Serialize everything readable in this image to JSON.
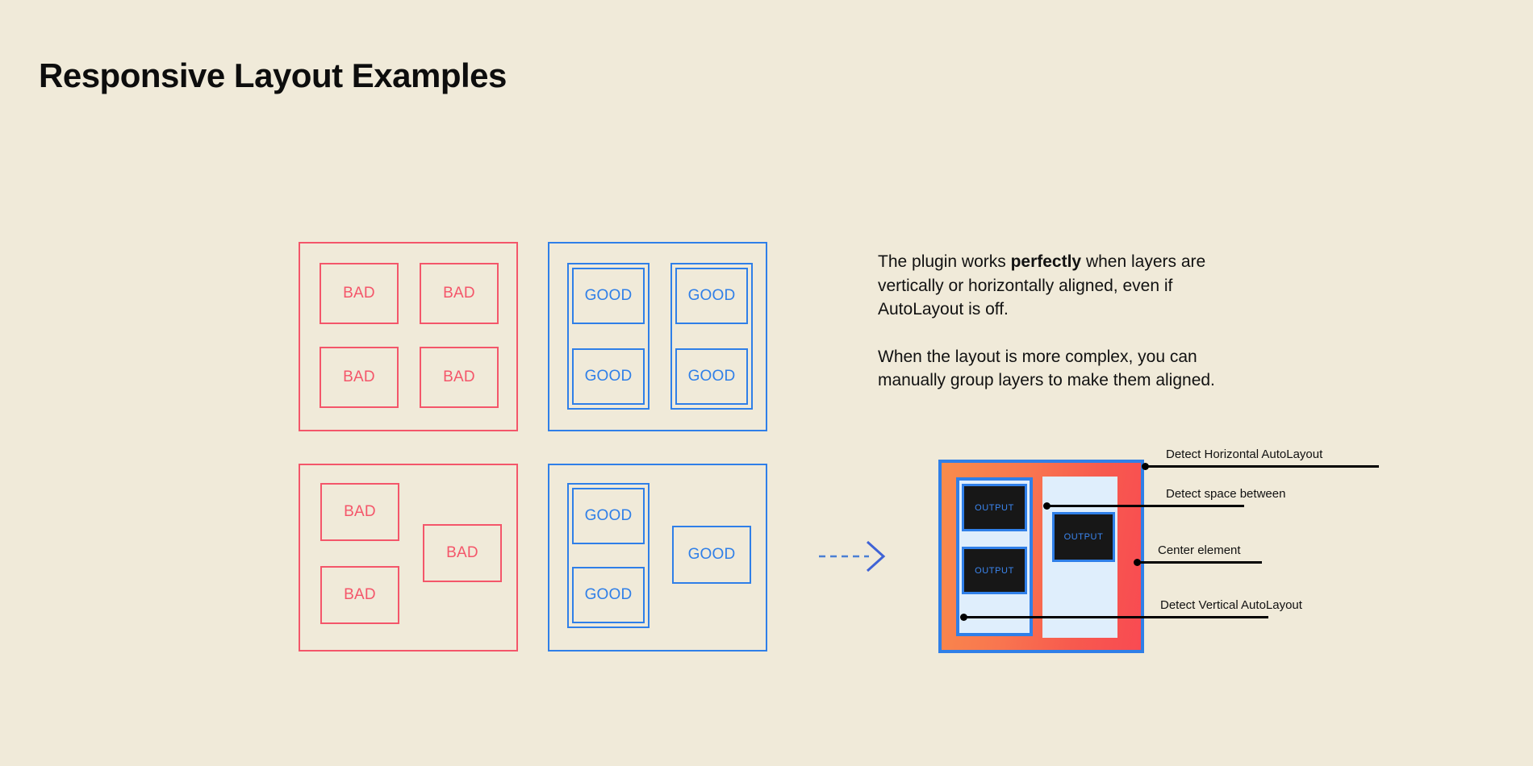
{
  "page": {
    "title": "Responsive Layout Examples",
    "background_color": "#f0ead9",
    "bad_color": "#f4566a",
    "good_color": "#2f7fe8",
    "text_color": "#111111"
  },
  "examples": [
    {
      "id": "bad-grid",
      "kind": "bad",
      "cells": [
        {
          "label": "BAD"
        },
        {
          "label": "BAD"
        },
        {
          "label": "BAD"
        },
        {
          "label": "BAD"
        }
      ]
    },
    {
      "id": "good-grid",
      "kind": "good",
      "cells": [
        {
          "label": "GOOD"
        },
        {
          "label": "GOOD"
        },
        {
          "label": "GOOD"
        },
        {
          "label": "GOOD"
        }
      ]
    },
    {
      "id": "bad-complex",
      "kind": "bad",
      "cells": [
        {
          "label": "BAD"
        },
        {
          "label": "BAD"
        },
        {
          "label": "BAD"
        }
      ]
    },
    {
      "id": "good-complex",
      "kind": "good",
      "cells": [
        {
          "label": "GOOD"
        },
        {
          "label": "GOOD"
        },
        {
          "label": "GOOD"
        }
      ]
    }
  ],
  "copy": {
    "paragraph_1_part_1": "The plugin works ",
    "paragraph_1_emphasis": "perfectly",
    "paragraph_1_part_2": " when layers are vertically or horizontally aligned, even if AutoLayout is off.",
    "paragraph_2": "When the layout is more complex, you can manually group layers to make them aligned."
  },
  "arrow": {
    "icon": "dashed-arrow-right-icon",
    "color": "#2f7fe8",
    "style": "dashed"
  },
  "diagram": {
    "outputs": [
      {
        "label": "OUTPUT"
      },
      {
        "label": "OUTPUT"
      },
      {
        "label": "OUTPUT"
      }
    ],
    "frame_border_color": "#2f7fe8",
    "frame_fill_start": "#f98c4b",
    "frame_fill_end": "#f94a52",
    "panel_fill": "#dfeefc",
    "output_fill": "#171717",
    "output_text_color": "#3b86f0",
    "callouts": [
      {
        "label": "Detect Horizontal AutoLayout"
      },
      {
        "label": "Detect space between"
      },
      {
        "label": "Center element"
      },
      {
        "label": "Detect Vertical AutoLayout"
      }
    ]
  }
}
